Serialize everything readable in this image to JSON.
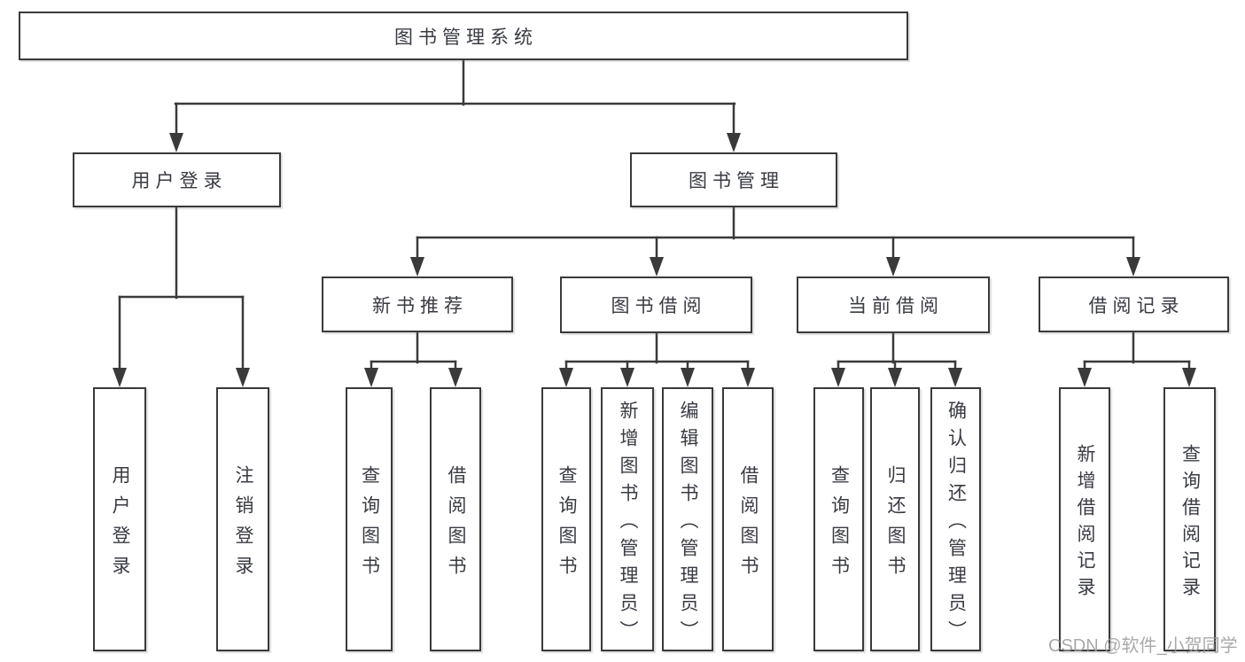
{
  "diagram_title": "图书管理系统",
  "tree": {
    "root": {
      "label": "图书管理系统"
    },
    "branches": [
      {
        "label": "用户登录",
        "children": [
          {
            "label": "用户登录"
          },
          {
            "label": "注销登录"
          }
        ]
      },
      {
        "label": "图书管理",
        "children": [
          {
            "label": "新书推荐",
            "children": [
              {
                "label": "查询图书"
              },
              {
                "label": "借阅图书"
              }
            ]
          },
          {
            "label": "图书借阅",
            "children": [
              {
                "label": "查询图书"
              },
              {
                "label": "新增图书（管理员）"
              },
              {
                "label": "编辑图书（管理员）"
              },
              {
                "label": "借阅图书"
              }
            ]
          },
          {
            "label": "当前借阅",
            "children": [
              {
                "label": "查询图书"
              },
              {
                "label": "归还图书"
              },
              {
                "label": "确认归还（管理员）"
              }
            ]
          },
          {
            "label": "借阅记录",
            "children": [
              {
                "label": "新增借阅记录"
              },
              {
                "label": "查询借阅记录"
              }
            ]
          }
        ]
      }
    ]
  },
  "watermark": {
    "text": "CSDN @软件_小贺同学"
  },
  "colors": {
    "line": "#3a3a3a",
    "box_border": "#3a3a3a",
    "box_background": "#ffffff",
    "text": "#393b42",
    "watermark": "#9b9b9b",
    "page_background": "#ffffff"
  }
}
